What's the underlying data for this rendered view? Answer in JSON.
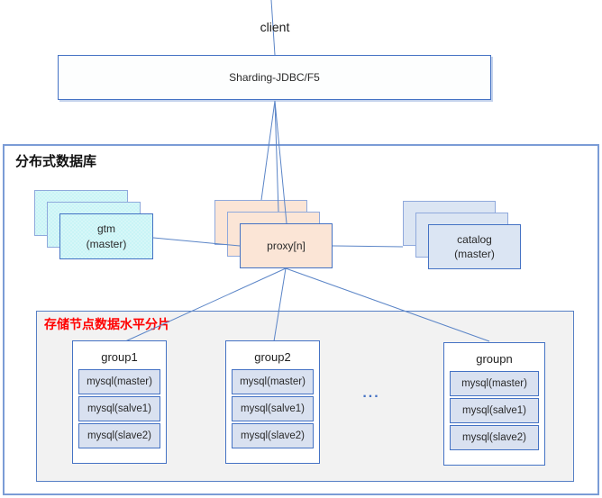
{
  "diagram": {
    "client_label": "client",
    "sharding_box_label": "Sharding-JDBC/F5",
    "db_container_label": "分布式数据库",
    "gtm": {
      "line1": "gtm",
      "line2": "(master)"
    },
    "proxy_label": "proxy[n]",
    "catalog": {
      "line1": "catalog",
      "line2": "(master)"
    },
    "storage": {
      "label": "存储节点数据水平分片",
      "ellipsis": "...",
      "groups": [
        {
          "title": "group1",
          "nodes": [
            "mysql(master)",
            "mysql(salve1)",
            "mysql(slave2)"
          ]
        },
        {
          "title": "group2",
          "nodes": [
            "mysql(master)",
            "mysql(salve1)",
            "mysql(slave2)"
          ]
        },
        {
          "title": "groupn",
          "nodes": [
            "mysql(master)",
            "mysql(salve1)",
            "mysql(slave2)"
          ]
        }
      ]
    },
    "colors": {
      "box_border_blue": "#4472c4",
      "connector_blue": "#5b85c7",
      "gtm_fill_cyan": "#c9f4f6",
      "proxy_fill_peach": "#fbe5d6",
      "catalog_fill_blue": "#dbe5f3",
      "mysql_row_fill": "#d9e1f0",
      "storage_bg_gray": "#f2f2f2",
      "storage_label_red": "#ff0000"
    }
  }
}
